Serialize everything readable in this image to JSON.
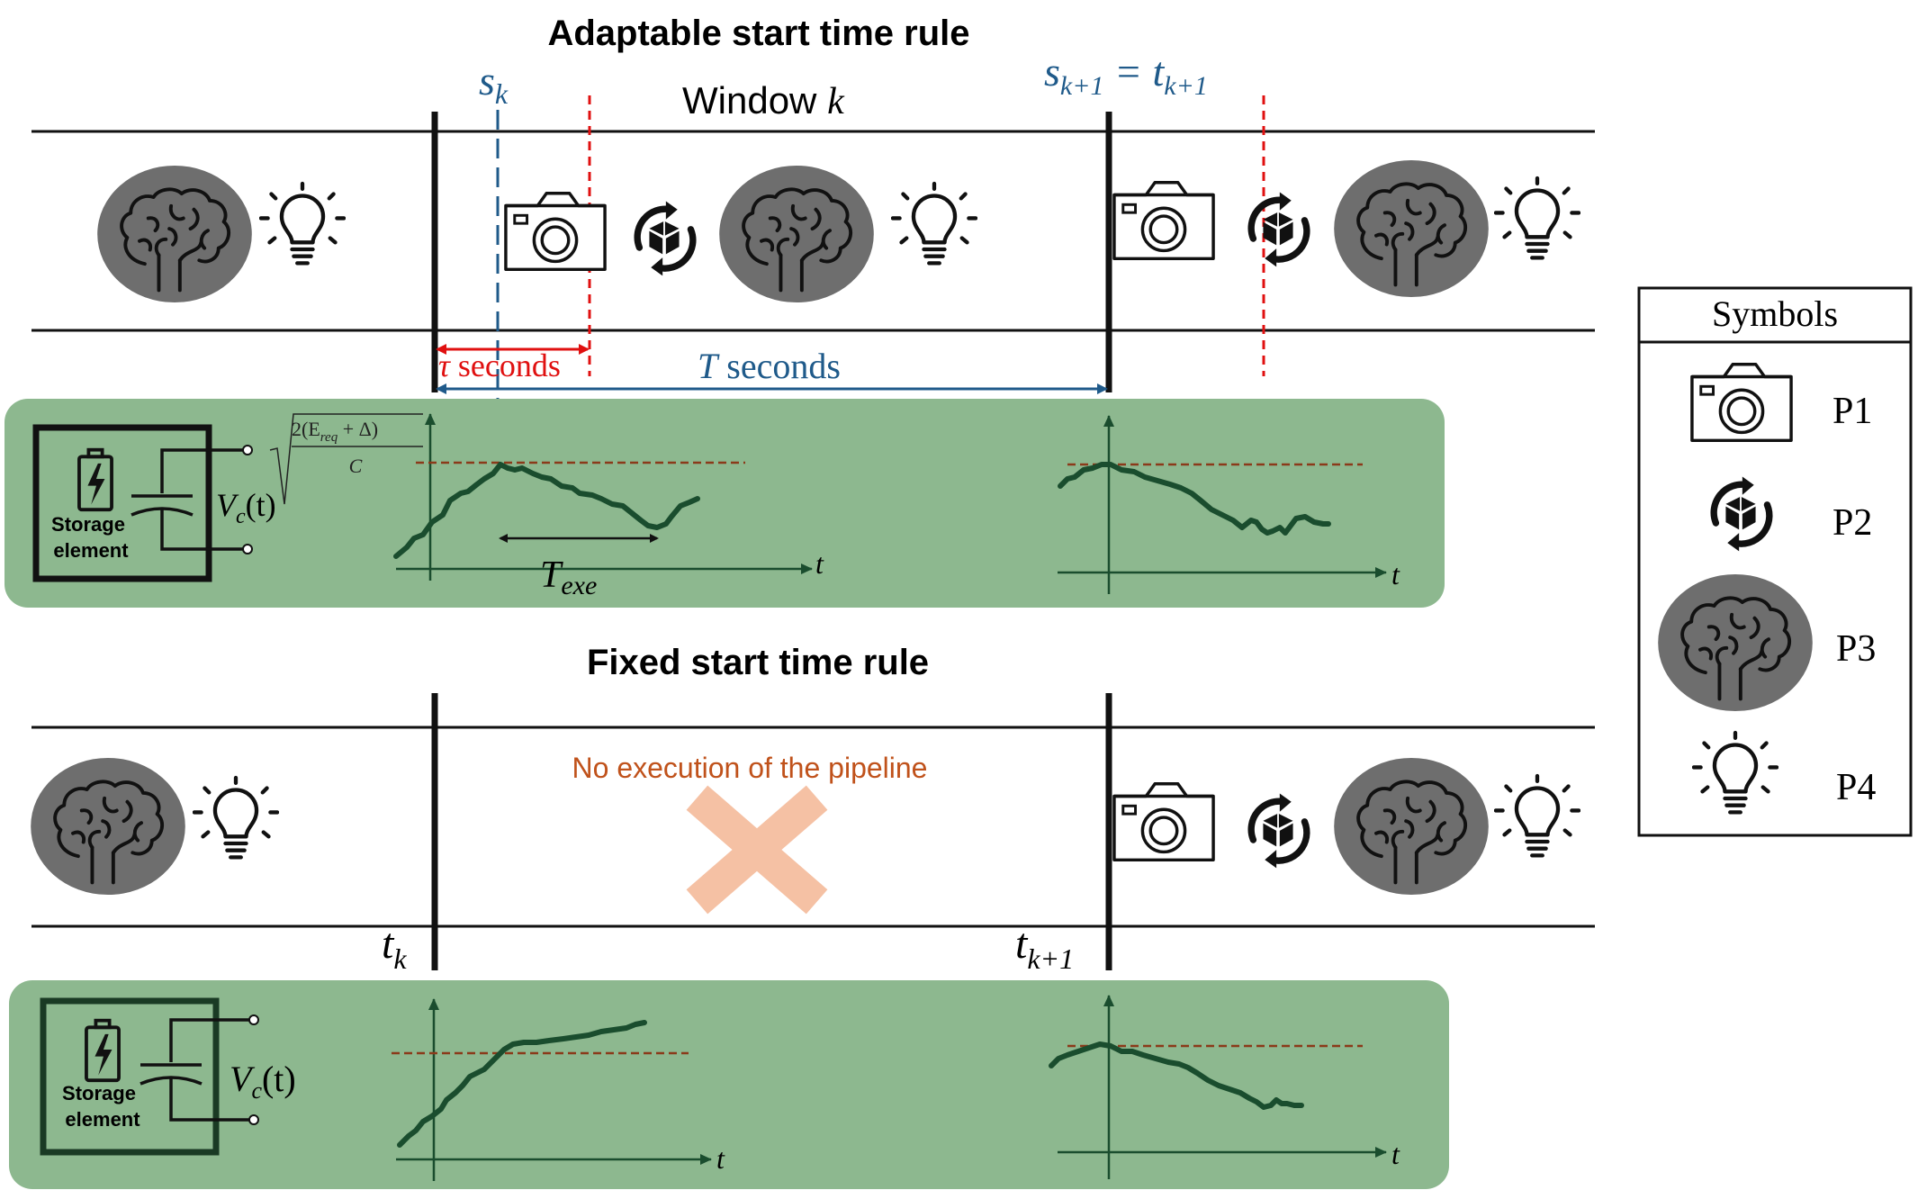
{
  "adaptable": {
    "title": "Adaptable start time rule",
    "s_k": "s",
    "s_k_sub": "k",
    "s_k1": "s",
    "s_k1_sub": "k+1",
    "eq": " = ",
    "t_k1": "t",
    "t_k1_sub": "k+1",
    "window_label": "Window ",
    "window_k": "k",
    "tau_sym": "τ",
    "tau_text": " seconds",
    "T_sym": "T",
    "T_text": " seconds",
    "storage_line1": "Storage",
    "storage_line2": "element",
    "vc_v": "V",
    "vc_c": "c",
    "vc_t": "(t)",
    "sqrt_num": "2(E",
    "sqrt_req": "req",
    "sqrt_num_end": " + Δ)",
    "sqrt_den": "C",
    "texe_T": "T",
    "texe_sub": "exe",
    "t_axis_1": "t",
    "t_axis_2": "t"
  },
  "fixed": {
    "title": "Fixed start time rule",
    "no_exec": "No execution of the pipeline",
    "t_k": "t",
    "t_k_sub": "k",
    "t_k1": "t",
    "t_k1_sub": "k+1",
    "storage_line1": "Storage",
    "storage_line2": "element",
    "vc_v": "V",
    "vc_c": "c",
    "vc_t": "(t)",
    "t_axis_1": "t",
    "t_axis_2": "t"
  },
  "legend": {
    "title": "Symbols",
    "items": [
      {
        "icon": "camera-icon",
        "label": "P1"
      },
      {
        "icon": "package-cycle-icon",
        "label": "P2"
      },
      {
        "icon": "brain-icon",
        "label": "P3"
      },
      {
        "icon": "lightbulb-icon",
        "label": "P4"
      }
    ]
  },
  "colors": {
    "panel_green": "#8db88f",
    "curve_green": "#1a4d2e",
    "threshold": "#8b3a1a",
    "blue": "#1f5a8a",
    "red": "#e01010",
    "cross": "#f5c1a4",
    "brain_gray": "#6e6e6e"
  }
}
